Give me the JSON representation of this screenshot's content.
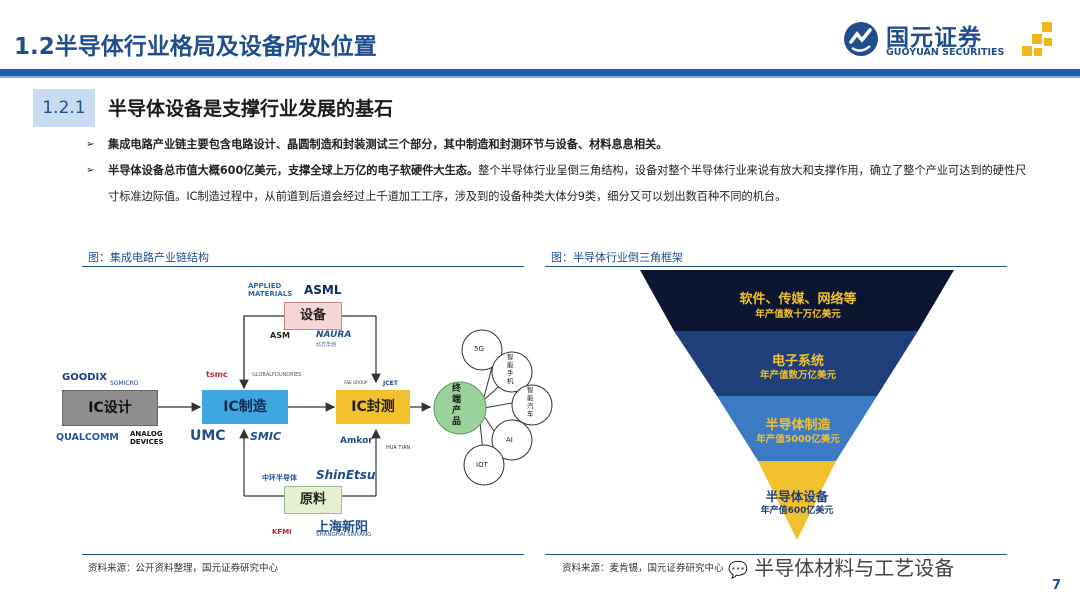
{
  "header": {
    "title": "1.2半导体行业格局及设备所处位置",
    "logo_cn": "国元证券",
    "logo_en": "GUOYUAN SECURITIES"
  },
  "section": {
    "number": "1.2.1",
    "title": "半导体设备是支撑行业发展的基石"
  },
  "bullets": [
    {
      "bold": "",
      "text": "集成电路产业链主要包含电路设计、晶圆制造和封装测试三个部分，其中制造和封测环节与设备、材料息息相关。"
    },
    {
      "bold": "半导体设备总市值大概600亿美元，支撑全球上万亿的电子软硬件大生态。",
      "text": "整个半导体行业呈倒三角结构，设备对整个半导体行业来说有放大和支撑作用，确立了整个产业可达到的硬性尺寸标准边际值。IC制造过程中，从前道到后道会经过上千道加工工序，涉及到的设备种类大体分9类，细分又可以划出数百种不同的机台。"
    }
  ],
  "figure_left": {
    "label": "图：集成电路产业链结构",
    "source": "资料来源：公开资料整理，国元证券研究中心",
    "equipment_label": "设备",
    "material_label": "原料",
    "ic_design": "IC设计",
    "ic_manufacture": "IC制造",
    "ic_package": "IC封测",
    "terminal": "终端产品",
    "terminal_items": [
      "5G",
      "智能手机",
      "智能汽车",
      "AI",
      "IOT"
    ],
    "logos": {
      "applied": "APPLIED MATERIALS",
      "asml": "ASML",
      "asm": "ASM",
      "naura": "NAURA",
      "naura_cn": "北方华创",
      "goodix": "GOODIX",
      "sgmicro": "SGMICRO",
      "qualcomm": "QUALCOMM",
      "analog": "ANALOG DEVICES",
      "tsmc": "tsmc",
      "globalfoundries": "GLOBALFOUNDRIES",
      "umc": "UMC",
      "smic": "SMIC",
      "ase": "ASE GROUP",
      "jcet": "JCET",
      "amkor": "Amkor",
      "huatian": "HUA TIAN",
      "nsig": "中环半导体",
      "shinetsu": "ShinEtsu",
      "kfmi": "KFMI",
      "sinyang": "上海新阳",
      "sinyang_en": "SHANGHAI SINYANG"
    }
  },
  "figure_right": {
    "label": "图：半导体行业倒三角框架",
    "source": "资料来源：麦肯锡，国元证券研究中心",
    "levels": [
      {
        "name": "软件、传媒、网络等",
        "value": "年产值数十万亿美元",
        "color": "#0c1530"
      },
      {
        "name": "电子系统",
        "value": "年产值数万亿美元",
        "color": "#1f3f7a"
      },
      {
        "name": "半导体制造",
        "value": "年产值5000亿美元",
        "color": "#3c7ac4"
      },
      {
        "name": "半导体设备",
        "value": "年产值600亿美元",
        "color": "#f2c12e"
      }
    ]
  },
  "watermark": "半导体材料与工艺设备",
  "page_number": "7"
}
